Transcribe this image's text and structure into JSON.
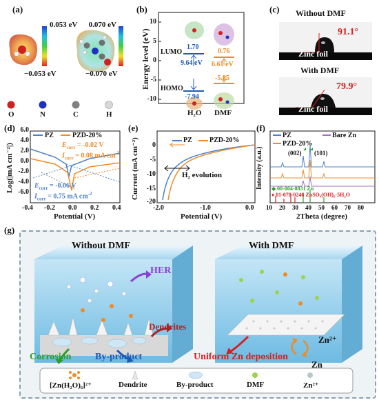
{
  "panels": {
    "a": {
      "label": "(a)",
      "h2o_scale_max": "0.053 eV",
      "h2o_scale_min": "−0.053 eV",
      "dmf_scale_max": "0.070 eV",
      "dmf_scale_min": "−0.070 eV",
      "legend": [
        "O",
        "N",
        "C",
        "H"
      ]
    },
    "b": {
      "label": "(b)",
      "ylabel": "Energy level (eV)",
      "lumo": "LUMO",
      "homo": "HOMO",
      "h2o_lumo": "1.70",
      "h2o_gap": "9.64 eV",
      "h2o_homo": "-7.94",
      "dmf_lumo": "0.76",
      "dmf_gap": "6.61 eV",
      "dmf_homo": "-5.85",
      "h2o_name": "H₂O",
      "dmf_name": "DMF",
      "yticks": [
        "10",
        "5",
        "0",
        "-5",
        "-10"
      ]
    },
    "c": {
      "label": "(c)",
      "without_title": "Without DMF",
      "without_angle": "91.1°",
      "without_foil": "Zinc foil",
      "with_title": "With DMF",
      "with_angle": "79.9°",
      "with_foil": "Zinc foil"
    },
    "d": {
      "label": "(d)",
      "ylabel": "Log(|mA cm⁻²|)",
      "xlabel": "Potential (V)",
      "legend_pz": "PZ",
      "legend_pzd": "PZD-20%",
      "ecorr_pzd": "E",
      "ecorr_pzd_sub": "corr",
      "ecorr_pzd_val": "= -0.02 V",
      "icorr_pzd": "I",
      "icorr_pzd_sub": "corr",
      "icorr_pzd_val": "= 0.08 mA cm",
      "icorr_pzd_sup": "-2",
      "ecorr_pz": "E",
      "ecorr_pz_sub": "corr",
      "ecorr_pz_val": "= -0.06 V",
      "icorr_pz": "I",
      "icorr_pz_sub": "corr",
      "icorr_pz_val": "= 0.75 mA cm",
      "icorr_pz_sup": "-2",
      "yticks": [
        "6.0",
        "4.0",
        "2.0",
        "0.0",
        "-2.0",
        "-4.0",
        "-6.0"
      ],
      "xticks": [
        "-0.4",
        "-0.2",
        "0.0",
        "0.2",
        "0.4"
      ]
    },
    "e": {
      "label": "(e)",
      "ylabel": "Current (mA cm⁻²)",
      "xlabel": "Potential (V)",
      "legend_pz": "PZ",
      "legend_pzd": "PZD-20%",
      "annotation": "H₂ evolution",
      "yticks": [
        "0",
        "-5",
        "-10",
        "-15",
        "-20"
      ],
      "xticks": [
        "-2.0",
        "-1.0",
        "0.0"
      ]
    },
    "f": {
      "label": "(f)",
      "ylabel": "Intensity (a.u.)",
      "xlabel": "2Theta (degree)",
      "legend_pz": "PZ",
      "legend_bare": "Bare Zn",
      "legend_pzd": "PZD-20%",
      "peak_002": "(002)",
      "peak_101": "(101)",
      "ref1": "◆ 00-004-0831 Zn",
      "ref2": "♦ 01-078-0246 ZnSO₄(OH)₆·5H₂O",
      "xticks": [
        "10",
        "20",
        "30",
        "40",
        "50",
        "60",
        "70",
        "80"
      ]
    },
    "g": {
      "label": "(g)",
      "left_title": "Without DMF",
      "right_title": "With DMF",
      "her": "HER",
      "dendrites": "Dendrites",
      "corrosion": "Corrosion",
      "byproduct": "By-product",
      "uniform": "Uniform Zn deposition",
      "zn2": "Zn²⁺",
      "zn": "Zn",
      "legend": {
        "complex": "[Zn(H₂O)₆]²⁺",
        "dendrite": "Dendrite",
        "byproduct": "By-product",
        "dmf": "DMF",
        "zn2": "Zn²⁺"
      }
    }
  },
  "colors": {
    "pz": "#4a7fc9",
    "pzd": "#f08a24",
    "red": "#d62020",
    "blue": "#1f5bb5",
    "green": "#2a9d2a"
  }
}
